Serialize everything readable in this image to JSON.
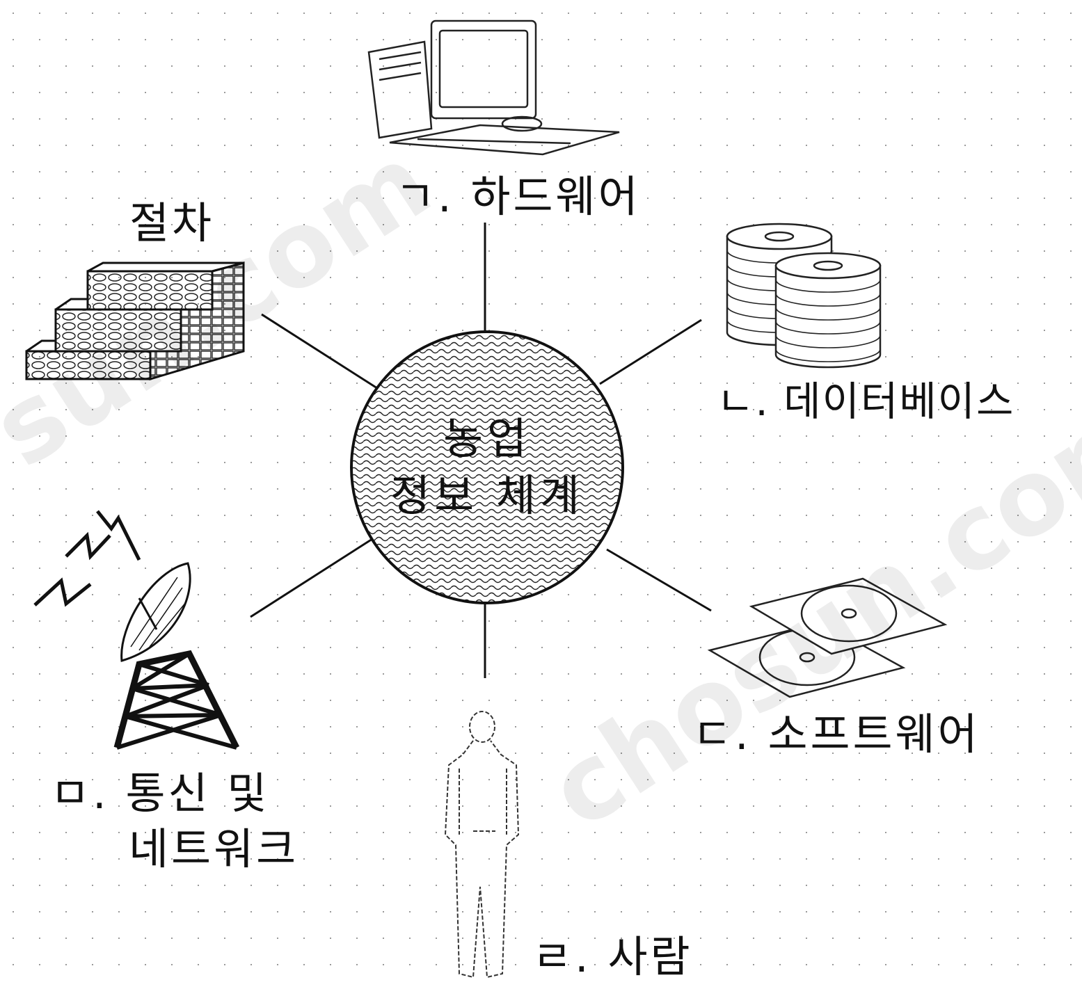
{
  "center": {
    "line1": "농업",
    "line2": "정보 체계"
  },
  "nodes": {
    "procedure": {
      "label": "절차"
    },
    "hardware": {
      "label": "ㄱ. 하드웨어"
    },
    "database": {
      "label": "ㄴ. 데이터베이스"
    },
    "software": {
      "label": "ㄷ. 소프트웨어"
    },
    "people": {
      "label": "ㄹ. 사람"
    },
    "network": {
      "line1": "ㅁ. 통신 및",
      "line2": "네트워크"
    }
  },
  "watermark": {
    "left": "sun.com",
    "right": "chosun.com"
  },
  "colors": {
    "ink": "#111111",
    "dots": "#9a9a9a",
    "watermark": "#e6e6e6"
  }
}
